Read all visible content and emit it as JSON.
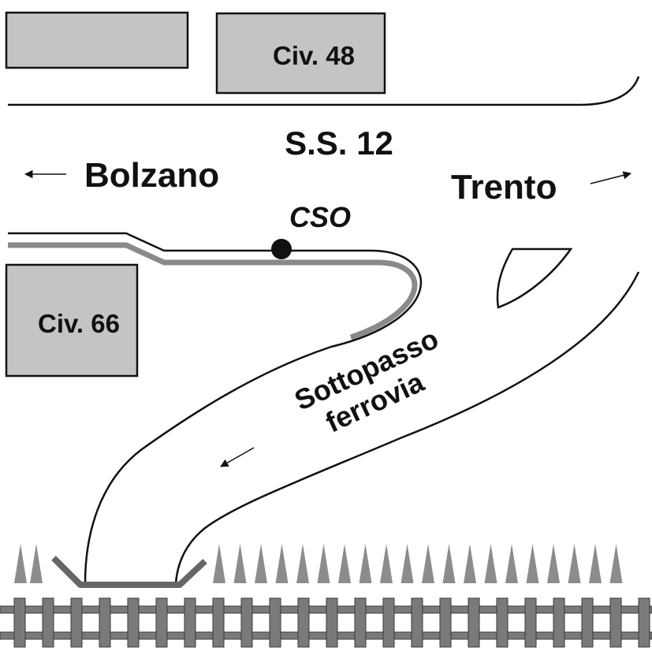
{
  "labels": {
    "civ48": "Civ. 48",
    "civ66": "Civ. 66",
    "road": "S.S. 12",
    "bolzano": "Bolzano",
    "trento": "Trento",
    "cso": "CSO",
    "underpass_line1": "Sottopasso",
    "underpass_line2": "ferrovia"
  },
  "colors": {
    "building_fill": "#c4c4c4",
    "line": "#111111",
    "pipe": "#8a8a8a",
    "rail": "#7a7a7a",
    "platform": "#666666",
    "trees": "#8c8c8c"
  },
  "icons": {
    "arrow_bolzano": "arrow-left-icon",
    "arrow_trento": "arrow-right-icon",
    "arrow_underpass": "arrow-down-left-icon",
    "cso_point": "dot-marker-icon"
  }
}
